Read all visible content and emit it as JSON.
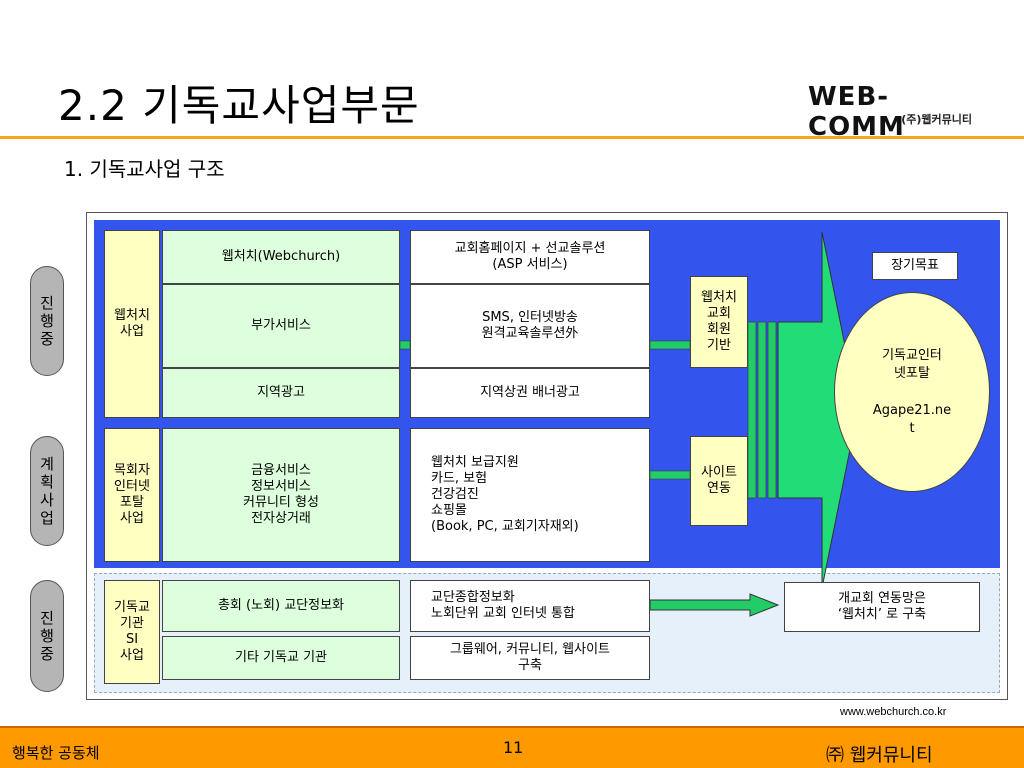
{
  "header": {
    "title": "2.2  기독교사업부문",
    "subtitle": "1. 기독교사업 구조",
    "logo_main": "WEB-COMM",
    "logo_sub": "(주)웹커뮤니티"
  },
  "status_pills": [
    {
      "text": "진\n행\n중"
    },
    {
      "text": "계\n획\n사\n업"
    },
    {
      "text": "진\n행\n중"
    }
  ],
  "webchurch_business": {
    "category": "웹처치\n사업",
    "items": [
      "웹처치(Webchurch)",
      "부가서비스",
      "지역광고"
    ],
    "details": [
      "교회홈페이지 + 선교솔루션\n(ASP 서비스)",
      "SMS, 인터넷방송\n원격교육솔루션外",
      "지역상권 배너광고"
    ]
  },
  "pastor_portal": {
    "category": "목회자\n인터넷\n포탈\n사업",
    "services": "금융서비스\n정보서비스\n커뮤니티 형성\n전자상거래",
    "details": "웹처치 보급지원\n카드, 보험\n건강검진\n쇼핑몰\n(Book, PC, 교회기자재외)"
  },
  "connectors": {
    "member_base": "웹처치\n교회\n회원\n기반",
    "site_link": "사이트\n연동"
  },
  "long_term": {
    "label": "장기목표",
    "portal_name": "기독교인터\n넷포탈",
    "portal_site": "Agape21.ne\nt"
  },
  "si_business": {
    "category": "기독교\n기관\nSI\n사업",
    "items": [
      "총회 (노회) 교단정보화",
      "기타 기독교 기관"
    ],
    "details": [
      "교단종합정보화\n노회단위 교회 인터넷 통합",
      "그룹웨어, 커뮤니티, 웹사이트\n구축"
    ],
    "outcome": "개교회 연동망은\n‘웹처치’ 로 구축"
  },
  "website": "www.webchurch.co.kr",
  "footer": {
    "left": "행복한 공동체",
    "page": "11",
    "right": "㈜ 웹커뮤니티"
  },
  "colors": {
    "blue_panel": "#3355ee",
    "yellow_box": "#ffffc2",
    "green_box": "#ddffdd",
    "arrow_green": "#22cc66",
    "footer": "#ff9900",
    "title_rule": "#f5a623"
  }
}
